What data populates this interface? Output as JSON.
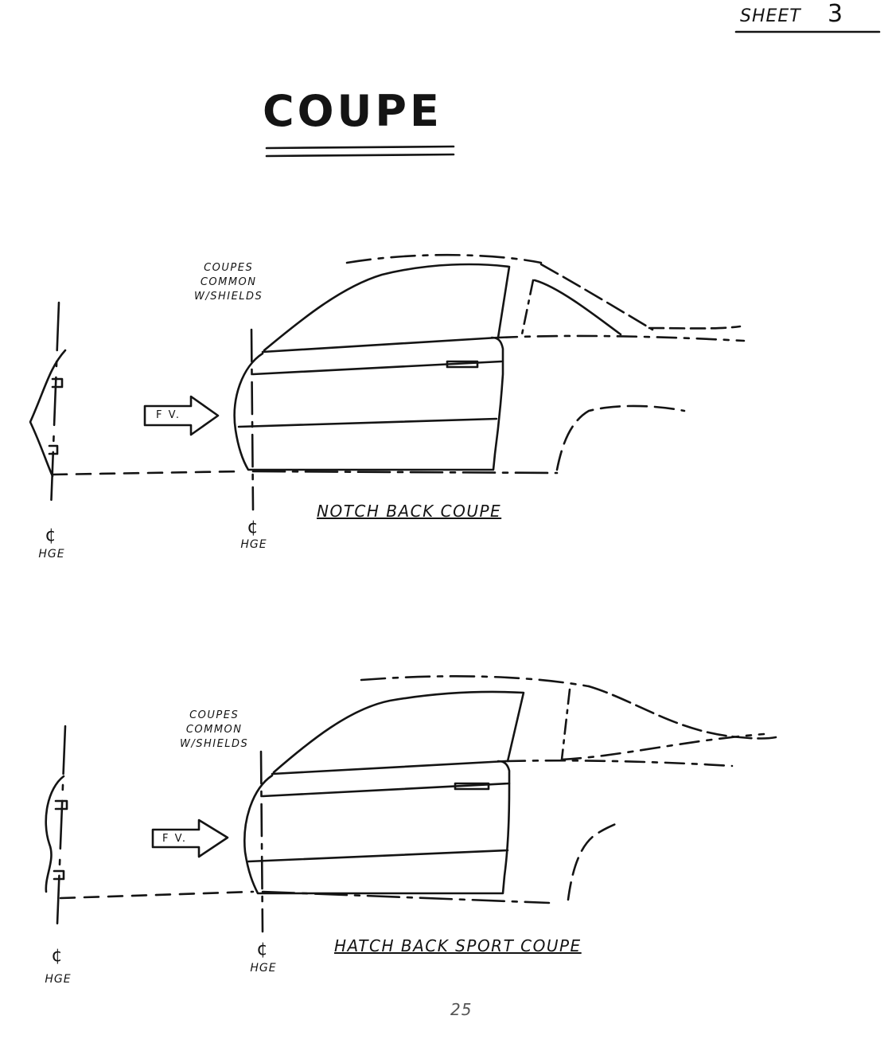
{
  "header": {
    "sheet_label": "SHEET",
    "sheet_number": "3"
  },
  "title": "COUPE",
  "diagrams": [
    {
      "note_lines": [
        "COUPES",
        "COMMON",
        "W/SHIELDS"
      ],
      "caption": "NOTCH BACK COUPE",
      "arrow_label": "F V.",
      "centerline_symbol": "¢",
      "centerline_label": "HGE"
    },
    {
      "note_lines": [
        "COUPES",
        "COMMON",
        "W/SHIELDS"
      ],
      "caption": "HATCH BACK SPORT COUPE",
      "arrow_label": "F V.",
      "centerline_symbol": "¢",
      "centerline_label": "HGE"
    }
  ],
  "page_number": "25"
}
